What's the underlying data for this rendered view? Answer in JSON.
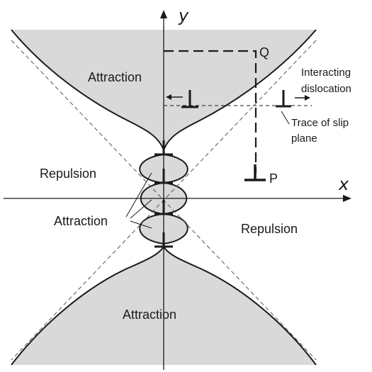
{
  "axes": {
    "x_label": "x",
    "y_label": "y"
  },
  "regions": {
    "attraction_top": "Attraction",
    "attraction_bottom": "Attraction",
    "attraction_center": "Attraction",
    "repulsion_left": "Repulsion",
    "repulsion_right": "Repulsion"
  },
  "annotations": {
    "interacting_line1": "Interacting",
    "interacting_line2": "dislocation",
    "trace_line1": "Trace of slip",
    "trace_line2": "plane"
  },
  "points": {
    "q": "Q",
    "p": "P"
  },
  "colors": {
    "attraction_fill": "#d9d9d9",
    "line": "#1a1a1a",
    "background": "#ffffff"
  },
  "icons": [
    "dislocation-symbol",
    "arrow-icon"
  ]
}
